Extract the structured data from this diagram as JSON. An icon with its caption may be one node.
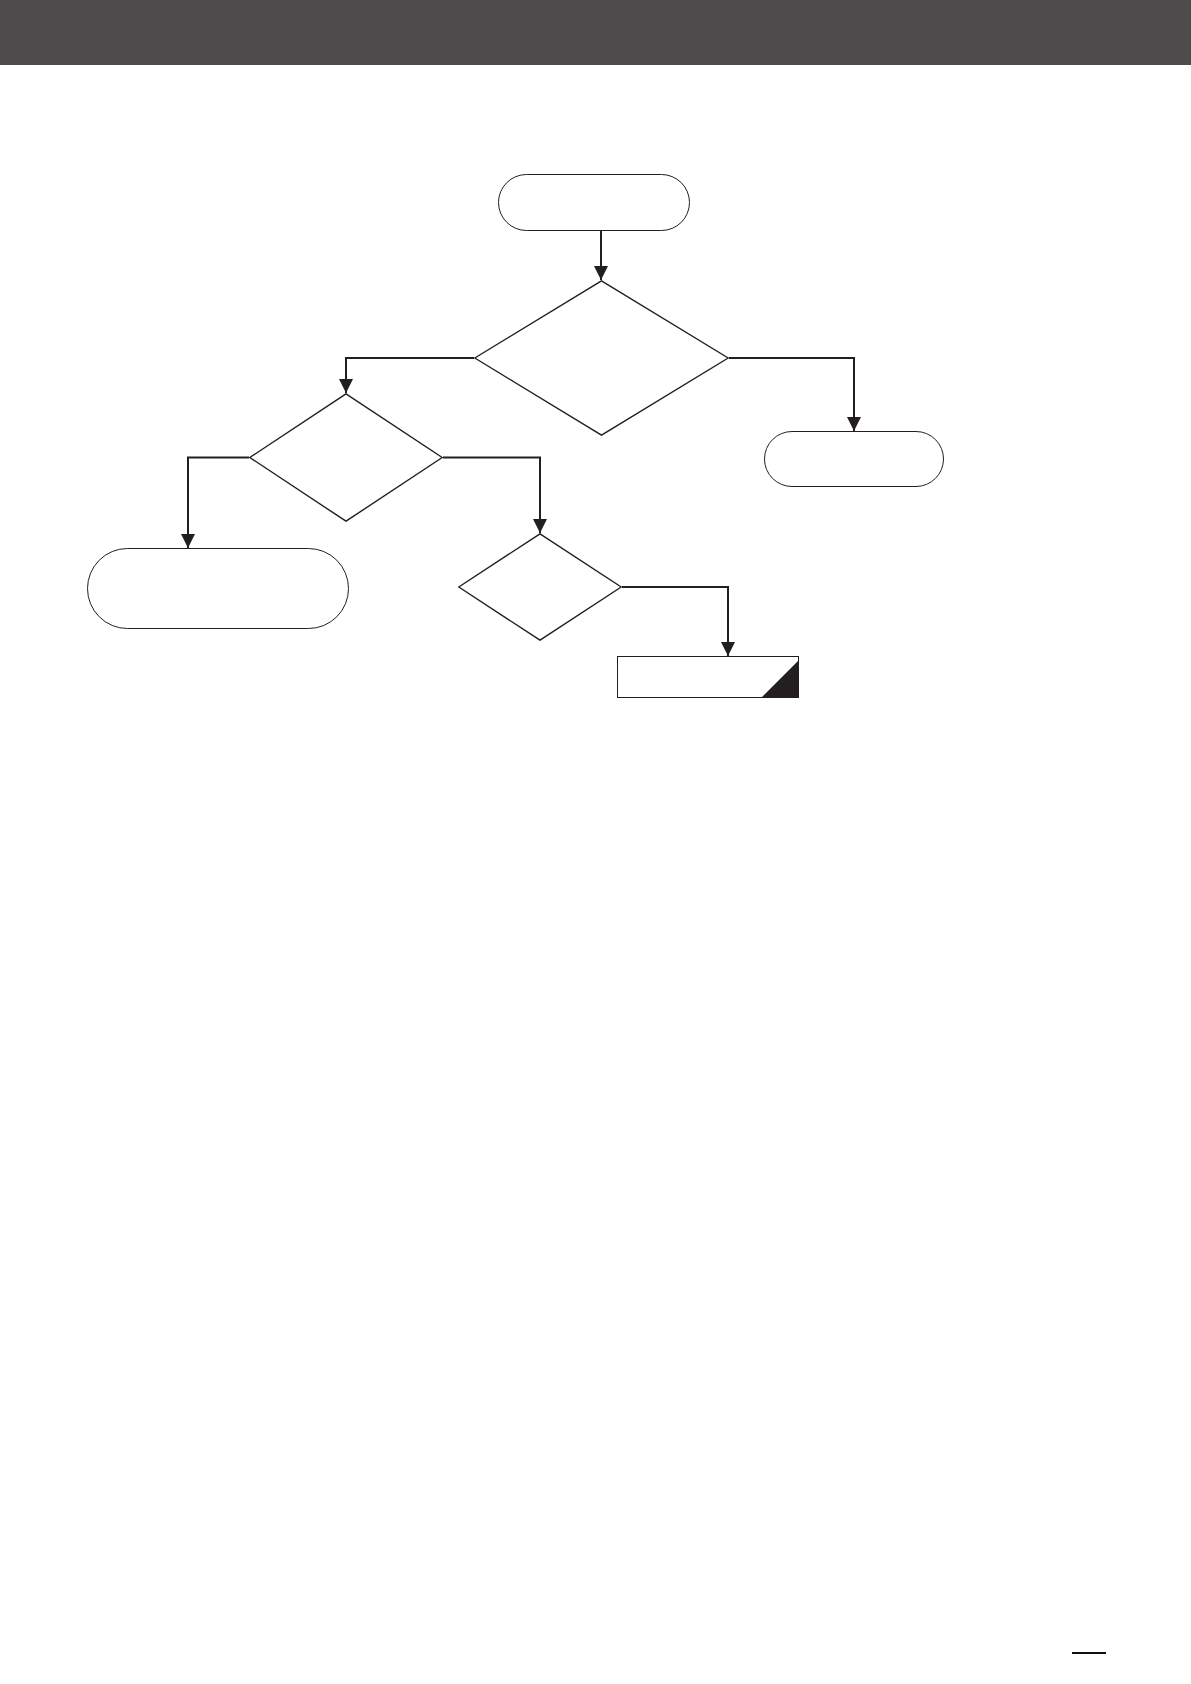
{
  "diagram": {
    "nodes": [
      {
        "text": [],
        "shape": "stadium"
      },
      {
        "text": [],
        "shape": "diamond"
      },
      {
        "text": [],
        "shape": "stadium"
      },
      {
        "text": [],
        "shape": "diamond"
      },
      {
        "text": [],
        "shape": "stadium"
      },
      {
        "text": [],
        "shape": "diamond"
      },
      {
        "text": [],
        "shape": "box"
      }
    ],
    "edges": [
      {
        "from": 0,
        "to": 1,
        "arrow": "to"
      },
      {
        "from": 1,
        "to": 3,
        "arrow": "to"
      },
      {
        "from": 1,
        "to": 2,
        "arrow": "to"
      },
      {
        "from": 3,
        "to": 4,
        "arrow": "to"
      },
      {
        "from": 3,
        "to": 5,
        "arrow": "to"
      },
      {
        "from": 5,
        "to": 6,
        "arrow": "to"
      }
    ]
  }
}
